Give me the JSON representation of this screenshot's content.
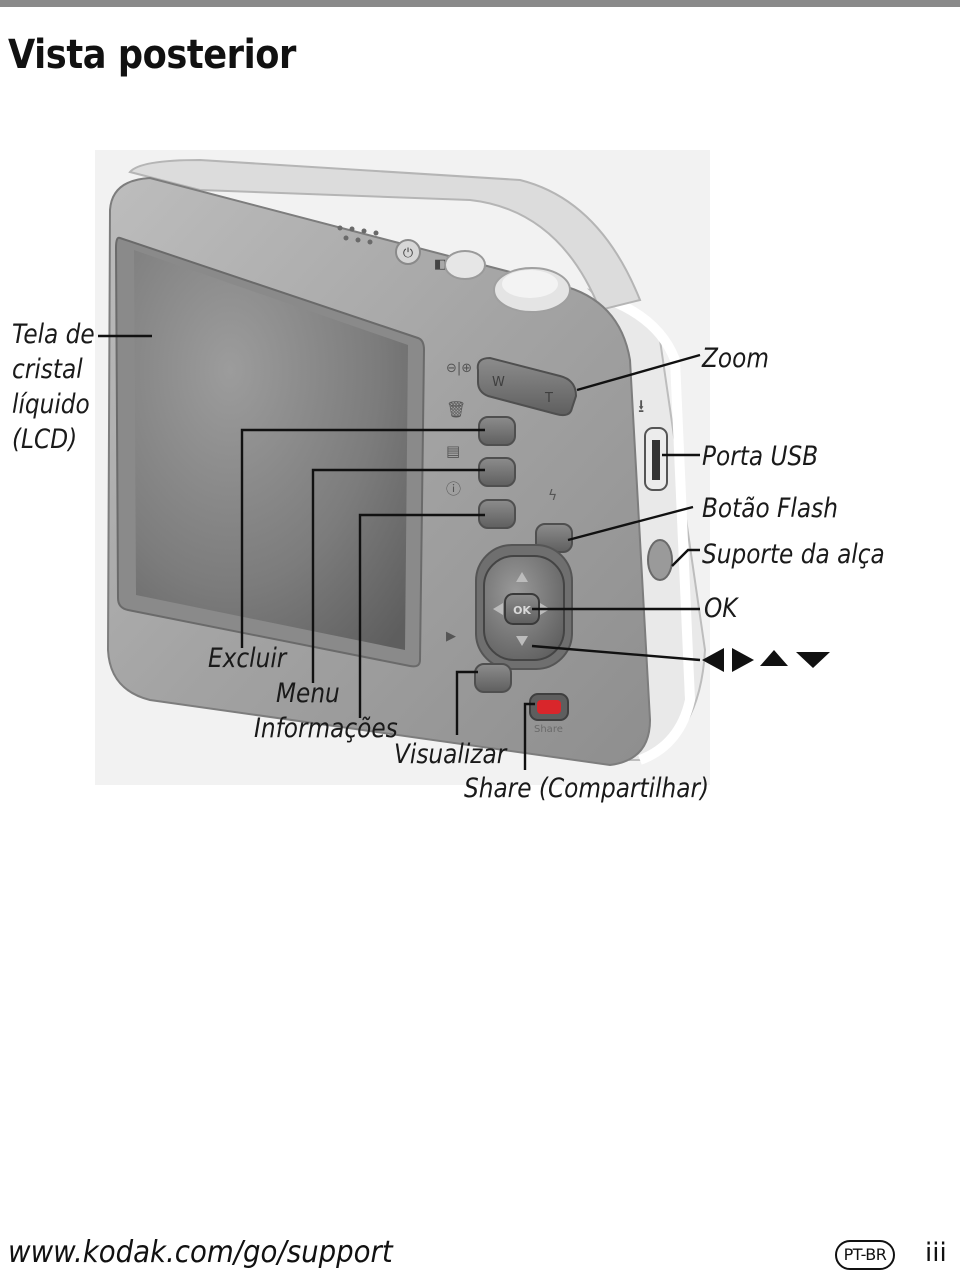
{
  "page": {
    "title": "Vista posterior"
  },
  "callouts": {
    "lcd": "Tela de\ncristal\nlíquido\n(LCD)",
    "zoom": "Zoom",
    "usb": "Porta USB",
    "flash": "Botão Flash",
    "strap": "Suporte da alça",
    "ok": "OK",
    "delete": "Excluir",
    "menu": "Menu",
    "info": "Informações",
    "review": "Visualizar",
    "share": "Share (Compartilhar)"
  },
  "camera": {
    "ok_label": "OK",
    "zoom_w": "W",
    "zoom_t": "T",
    "share_label": "Share",
    "body_color": "#9e9e9e",
    "share_color": "#d9262b"
  },
  "footer": {
    "url": "www.kodak.com/go/support",
    "lang": "PT-BR",
    "page_number": "iii"
  }
}
